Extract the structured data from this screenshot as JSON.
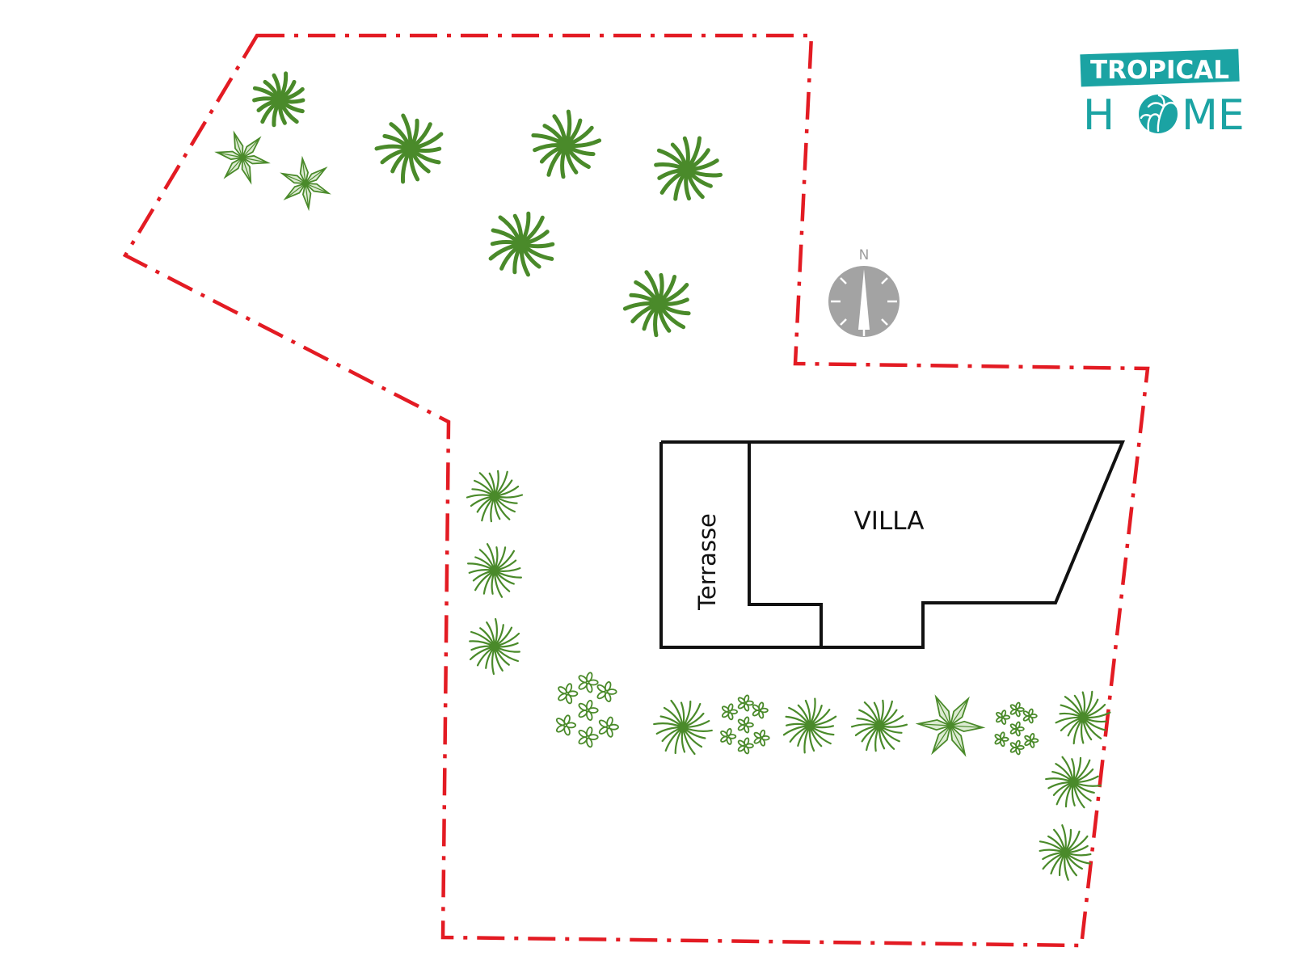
{
  "logo": {
    "line1": "TROPICAL",
    "line2_left": "H",
    "line2_right": "ME",
    "accent_color": "#1ba3a3"
  },
  "compass": {
    "north_label": "N",
    "color": "#9e9e9e"
  },
  "plan": {
    "boundary_color": "#e31b23",
    "villa_label": "VILLA",
    "terrace_label": "Terrasse",
    "plant_color": "#4a8a2a"
  }
}
